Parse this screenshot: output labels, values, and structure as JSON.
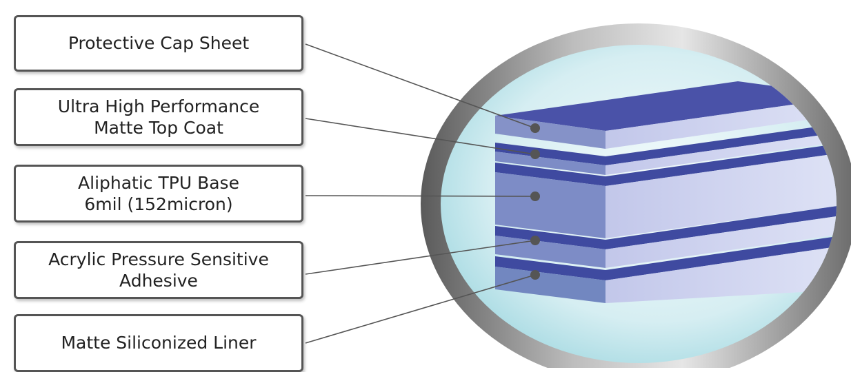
{
  "layers": [
    {
      "id": "cap",
      "lines": [
        "Protective Cap Sheet"
      ]
    },
    {
      "id": "topcoat",
      "lines": [
        "Ultra High Performance",
        "Matte Top Coat"
      ]
    },
    {
      "id": "tpu",
      "lines": [
        "Aliphatic TPU Base",
        "6mil (152micron)"
      ]
    },
    {
      "id": "adhesive",
      "lines": [
        "Acrylic Pressure Sensitive",
        "Adhesive"
      ]
    },
    {
      "id": "liner",
      "lines": [
        "Matte Siliconized Liner"
      ]
    }
  ],
  "colors": {
    "box_border": "#555555",
    "leader_line": "#555555",
    "dot": "#555555",
    "ring_dark": "#5a5a5a",
    "ring_light": "#d8d8d8",
    "lens_center": "#f2fbfc",
    "lens_edge": "#b8e2e8",
    "layer_top": "#4a52a8",
    "layer_front": "#7c8bc4",
    "layer_side": "#c8ccec"
  }
}
